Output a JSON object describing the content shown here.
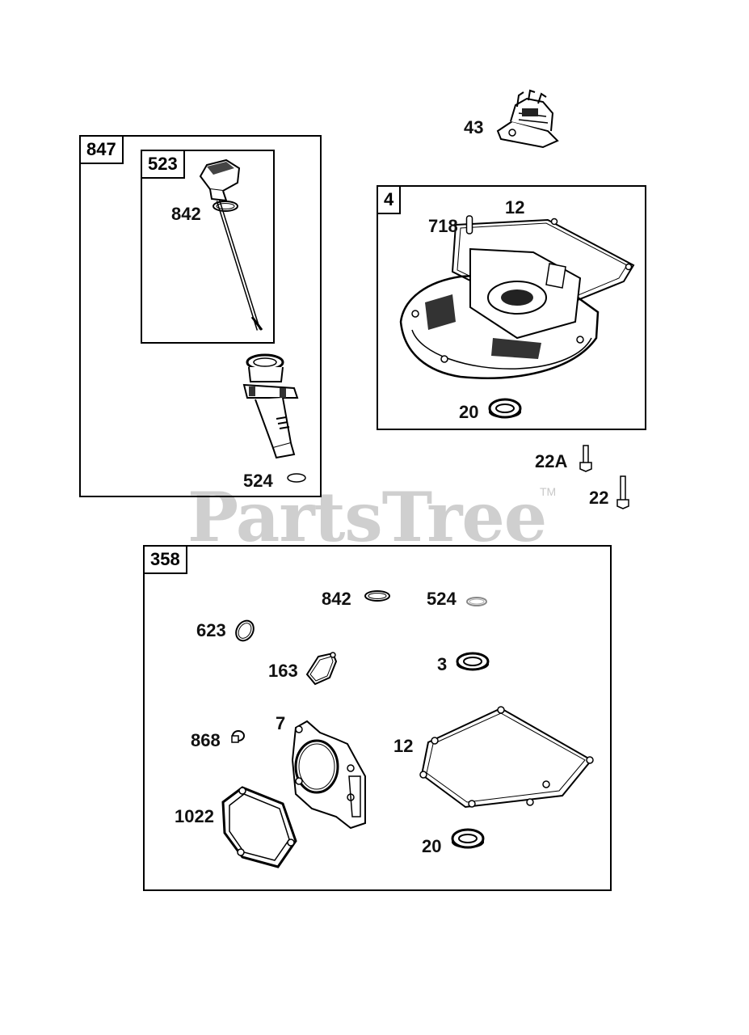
{
  "watermark": {
    "text": "PartsTree",
    "tm": "TM"
  },
  "boxes": {
    "b847": "847",
    "b523": "523",
    "b4": "4",
    "b358": "358"
  },
  "labels": {
    "p43": "43",
    "p842_a": "842",
    "p524_a": "524",
    "p718": "718",
    "p12_a": "12",
    "p20_a": "20",
    "p22A": "22A",
    "p22": "22",
    "p842_b": "842",
    "p524_b": "524",
    "p623": "623",
    "p163": "163",
    "p3": "3",
    "p7": "7",
    "p868": "868",
    "p12_b": "12",
    "p1022": "1022",
    "p20_b": "20"
  }
}
